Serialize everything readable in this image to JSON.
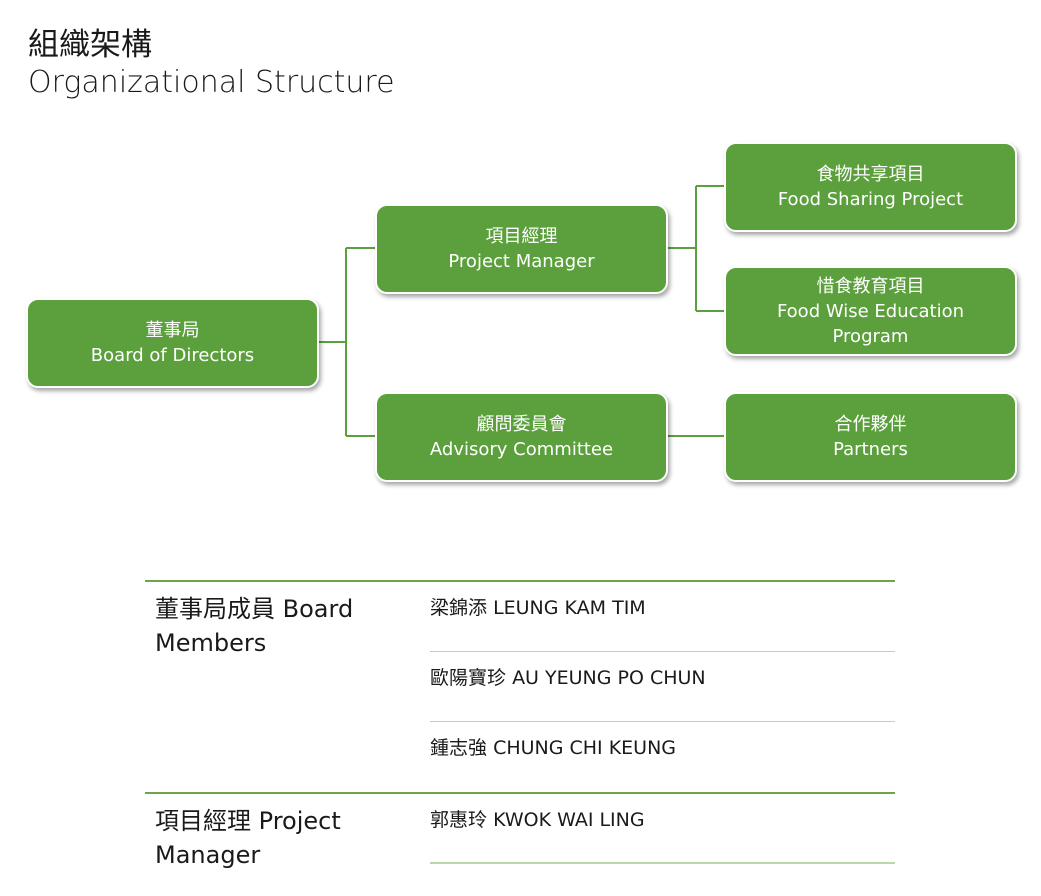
{
  "title": {
    "zh": "組織架構",
    "en": "Organizational Structure"
  },
  "colors": {
    "node_fill": "#5ba03c",
    "connector": "#5ba03c",
    "rule": "#6da34d",
    "row_divider": "#b8d8a6"
  },
  "org_chart": {
    "board": {
      "zh": "董事局",
      "en": "Board of Directors"
    },
    "project_manager": {
      "zh": "項目經理",
      "en": "Project Manager"
    },
    "food_sharing": {
      "zh": "食物共享項目",
      "en": "Food Sharing Project"
    },
    "food_wise": {
      "zh": "惜食教育項目",
      "en": "Food Wise Education Program"
    },
    "advisory": {
      "zh": "顧問委員會",
      "en": "Advisory Committee"
    },
    "partners": {
      "zh": "合作夥伴",
      "en": "Partners"
    }
  },
  "members": {
    "board": {
      "label_zh": "董事局成員",
      "label_en": "Board Members",
      "people": [
        {
          "zh": "梁錦添",
          "en": "LEUNG KAM TIM"
        },
        {
          "zh": "歐陽寶珍",
          "en": "AU YEUNG PO CHUN"
        },
        {
          "zh": "鍾志強",
          "en": "CHUNG CHI KEUNG"
        }
      ]
    },
    "project_manager": {
      "label_zh": "項目經理",
      "label_en": "Project Manager",
      "people": [
        {
          "zh": "郭惠玲",
          "en": "KWOK WAI LING"
        }
      ]
    }
  }
}
